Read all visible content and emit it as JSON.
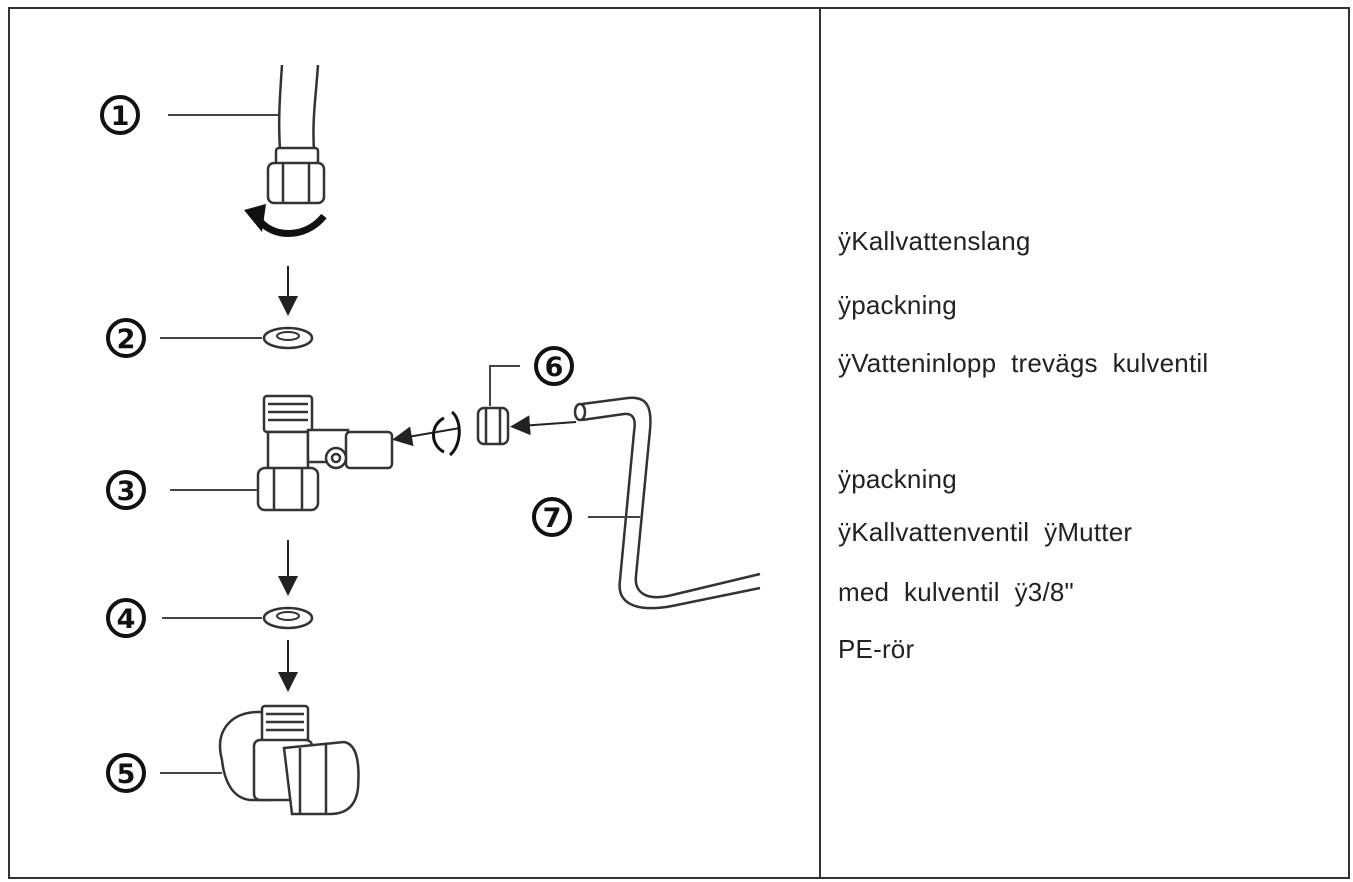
{
  "callouts": [
    "1",
    "2",
    "3",
    "4",
    "5",
    "6",
    "7"
  ],
  "legend": {
    "line1": "ÿKallvattenslang",
    "line2": "ÿpackning",
    "line3": "ÿVatteninlopp  trevägs  kulventil",
    "line4": "ÿpackning",
    "line5": "ÿKallvattenventil  ÿMutter",
    "line6": "med  kulventil  ÿ3/8\"",
    "line7": "PE-rör"
  },
  "icons": [
    "hose-icon",
    "gasket-icon",
    "three-way-valve-icon",
    "angle-valve-icon",
    "nut-icon",
    "pe-pipe-icon",
    "rotation-arrow-icon"
  ]
}
